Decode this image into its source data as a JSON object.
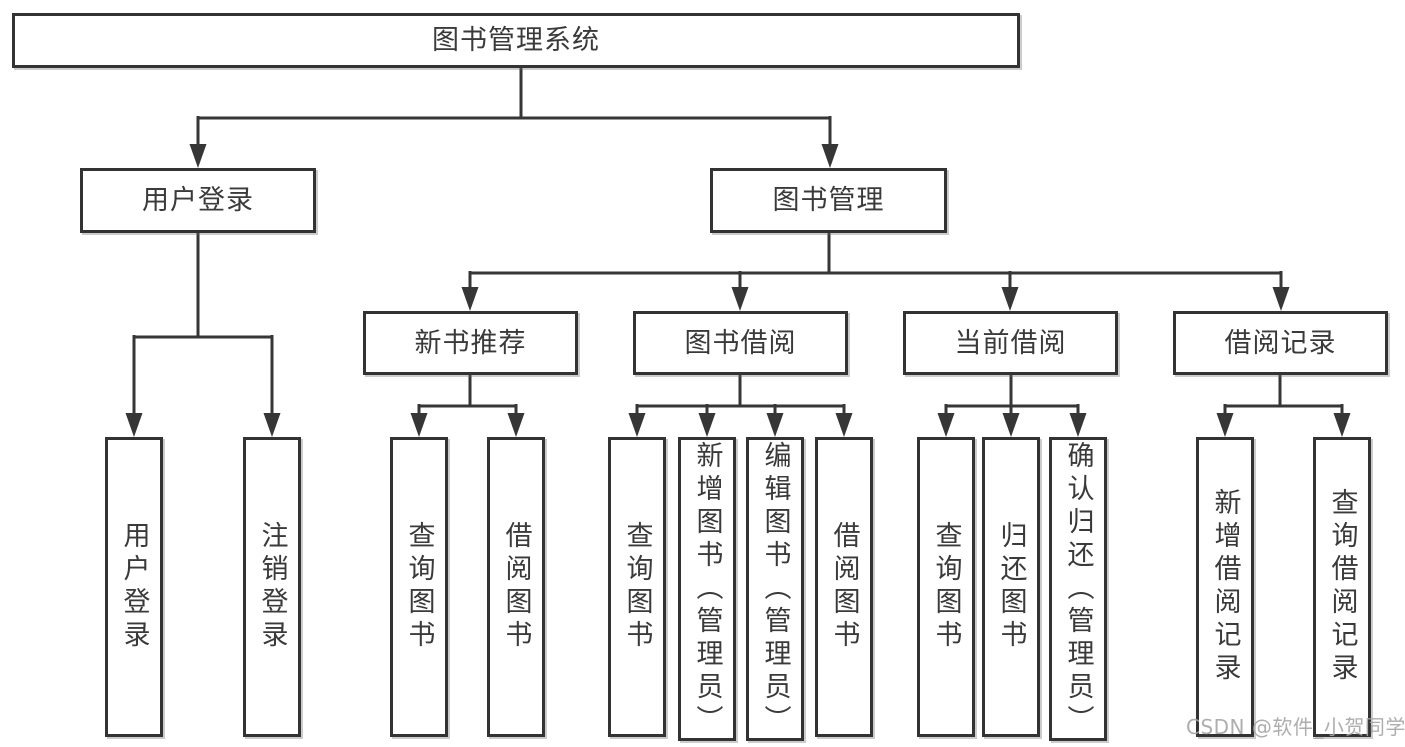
{
  "tree": {
    "label": "图书管理系统",
    "children": [
      {
        "label": "用户登录",
        "children": [
          {
            "label": "用户登录"
          },
          {
            "label": "注销登录"
          }
        ]
      },
      {
        "label": "图书管理",
        "children": [
          {
            "label": "新书推荐",
            "children": [
              {
                "label": "查询图书"
              },
              {
                "label": "借阅图书"
              }
            ]
          },
          {
            "label": "图书借阅",
            "children": [
              {
                "label": "查询图书"
              },
              {
                "label": "新增图书（管理员）"
              },
              {
                "label": "编辑图书（管理员）"
              },
              {
                "label": "借阅图书"
              }
            ]
          },
          {
            "label": "当前借阅",
            "children": [
              {
                "label": "查询图书"
              },
              {
                "label": "归还图书"
              },
              {
                "label": "确认归还（管理员）"
              }
            ]
          },
          {
            "label": "借阅记录",
            "children": [
              {
                "label": "新增借阅记录"
              },
              {
                "label": "查询借阅记录"
              }
            ]
          }
        ]
      }
    ]
  },
  "watermark": {
    "text": "CSDN @软件_小贺同学"
  },
  "colors": {
    "line": "#363636",
    "box_border": "#333333",
    "text": "#3a3a3a",
    "background": "#ffffff",
    "watermark": "#a5a5a5"
  }
}
